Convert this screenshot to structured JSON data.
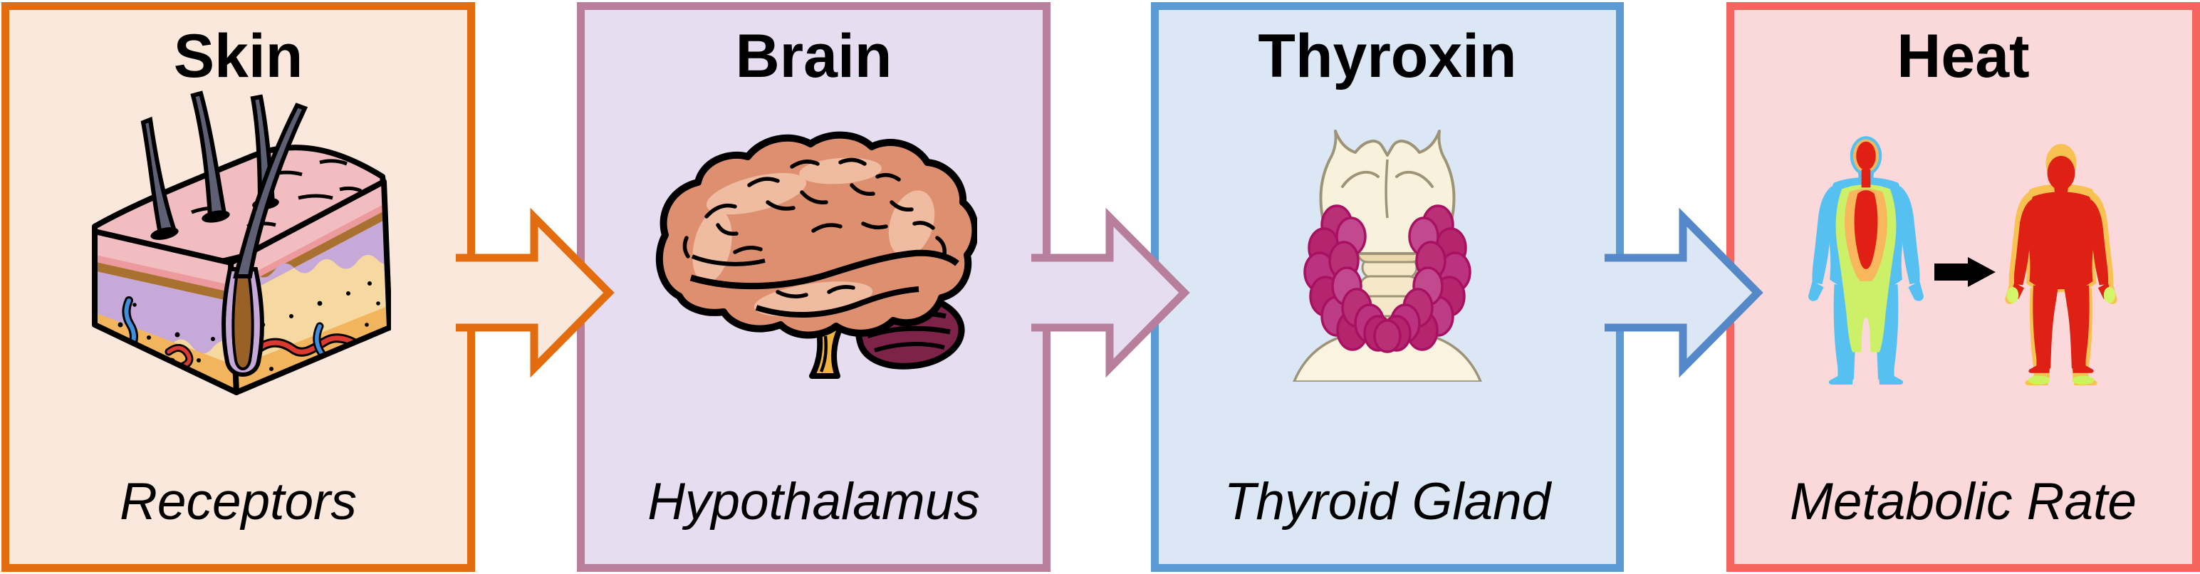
{
  "figure": {
    "type": "flow-diagram",
    "background": "#FFFFFF",
    "text_color": "#000000",
    "steps": [
      {
        "title": "Skin",
        "sublabel": "Receptors",
        "fill": "#FBE8DC",
        "border_color": "#E36C0F",
        "icon": "skin-cross-section"
      },
      {
        "title": "Brain",
        "sublabel": "Hypothalamus",
        "fill": "#E7DDF1",
        "border_color": "#B77F9B",
        "icon": "brain-side-view"
      },
      {
        "title": "Thyroxin",
        "sublabel": "Thyroid Gland",
        "fill": "#DBE7F4",
        "border_color": "#5B9BD5",
        "icon": "thyroid-gland"
      },
      {
        "title": "Heat",
        "sublabel": "Metabolic Rate",
        "fill": "#FBD9DB",
        "border_color": "#F4655F",
        "icon": "thermal-bodies-before-after"
      }
    ],
    "connectors": [
      {
        "from": "Skin",
        "to": "Brain",
        "direction": "right",
        "fill": "#FBE8DC",
        "stroke": "#E36C0F"
      },
      {
        "from": "Brain",
        "to": "Thyroxin",
        "direction": "right",
        "fill": "#E7DDF1",
        "stroke": "#B77F9B"
      },
      {
        "from": "Thyroxin",
        "to": "Heat",
        "direction": "right",
        "fill": "#DBE7F4",
        "stroke": "#5488C8"
      }
    ],
    "heat_inner_arrow_color": "#000000"
  }
}
